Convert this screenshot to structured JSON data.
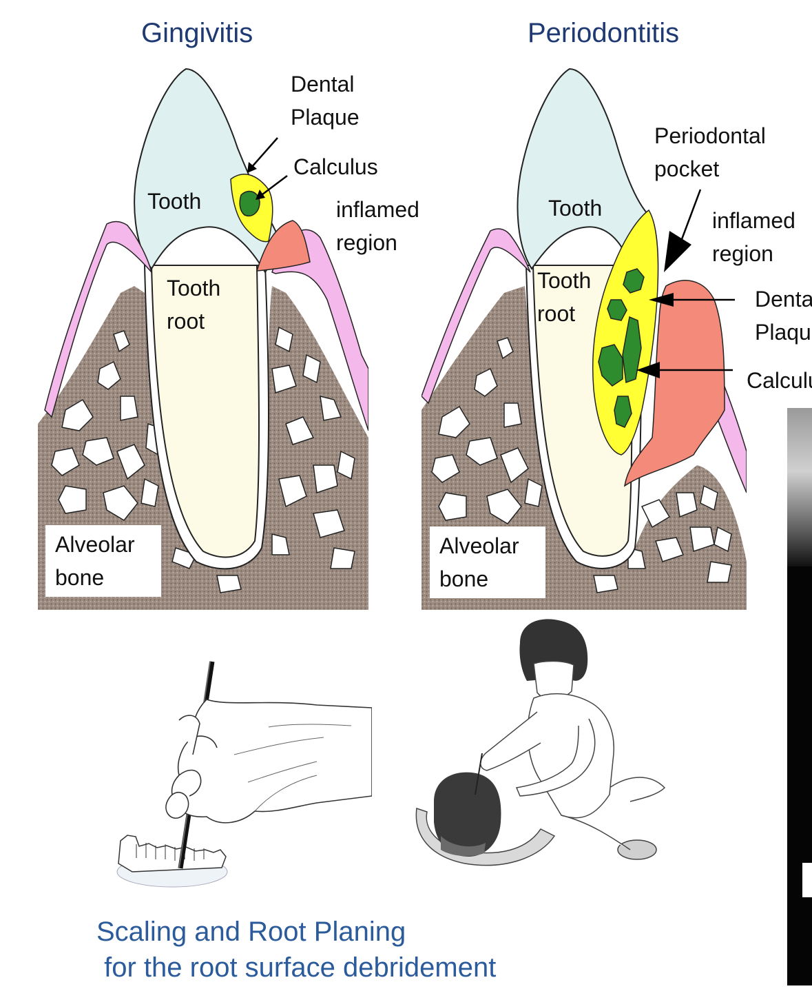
{
  "titles": {
    "gingivitis": "Gingivitis",
    "periodontitis": "Periodontitis"
  },
  "gingivitis_labels": {
    "plaque_line1": "Dental",
    "plaque_line2": "Plaque",
    "calculus": "Calculus",
    "inflamed_line1": "inflamed",
    "inflamed_line2": "region",
    "tooth": "Tooth",
    "root_line1": "Tooth",
    "root_line2": "root",
    "bone_line1": "Alveolar",
    "bone_line2": "bone"
  },
  "periodontitis_labels": {
    "pocket_line1": "Periodontal",
    "pocket_line2": "pocket",
    "inflamed_line1": "inflamed",
    "inflamed_line2": "region",
    "tooth": "Tooth",
    "root_line1": "Tooth",
    "root_line2": "root",
    "plaque_line1": "Dental",
    "plaque_line2": "Plaque",
    "calculus": "Calculus",
    "bone_line1": "Alveolar",
    "bone_line2": "bone"
  },
  "caption": {
    "line1": "Scaling and Root Planing",
    "line2": " for the root surface debridement"
  },
  "colors": {
    "title": "#1f3a73",
    "caption": "#2b5b9b",
    "enamel": "#dff0f0",
    "root": "#fdfbe6",
    "gum": "#f4b8ea",
    "inflamed": "#f48a7a",
    "plaque": "#ffff33",
    "calculus": "#2e8b2e",
    "bone": "#9b8b80"
  }
}
